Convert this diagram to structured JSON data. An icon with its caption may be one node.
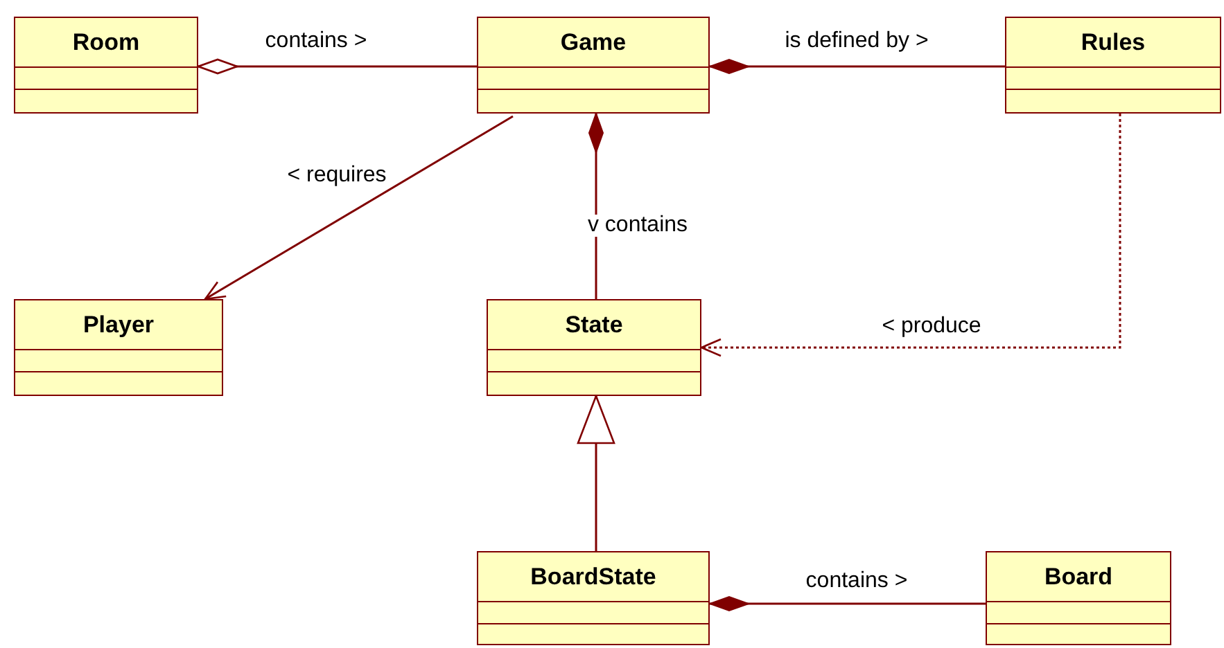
{
  "diagram": {
    "nodes": [
      {
        "text": [
          "Room"
        ]
      },
      {
        "text": [
          "Game"
        ]
      },
      {
        "text": [
          "Rules"
        ]
      },
      {
        "text": [
          "Player"
        ]
      },
      {
        "text": [
          "State"
        ]
      },
      {
        "text": [
          "BoardState"
        ]
      },
      {
        "text": [
          "Board"
        ]
      }
    ],
    "edges": [
      {
        "from": 0,
        "to": 1,
        "arrow": "other",
        "label": "contains >"
      },
      {
        "from": 1,
        "to": 2,
        "arrow": "other",
        "label": "is defined by >"
      },
      {
        "from": 1,
        "to": 3,
        "arrow": "to",
        "label": "< requires"
      },
      {
        "from": 1,
        "to": 4,
        "arrow": "other",
        "label": "v contains"
      },
      {
        "from": 2,
        "to": 4,
        "arrow": "to",
        "label": "< produce",
        "style": "dashed"
      },
      {
        "from": 5,
        "to": 4,
        "arrow": "to"
      },
      {
        "from": 5,
        "to": 6,
        "arrow": "other",
        "label": "contains >"
      }
    ]
  }
}
